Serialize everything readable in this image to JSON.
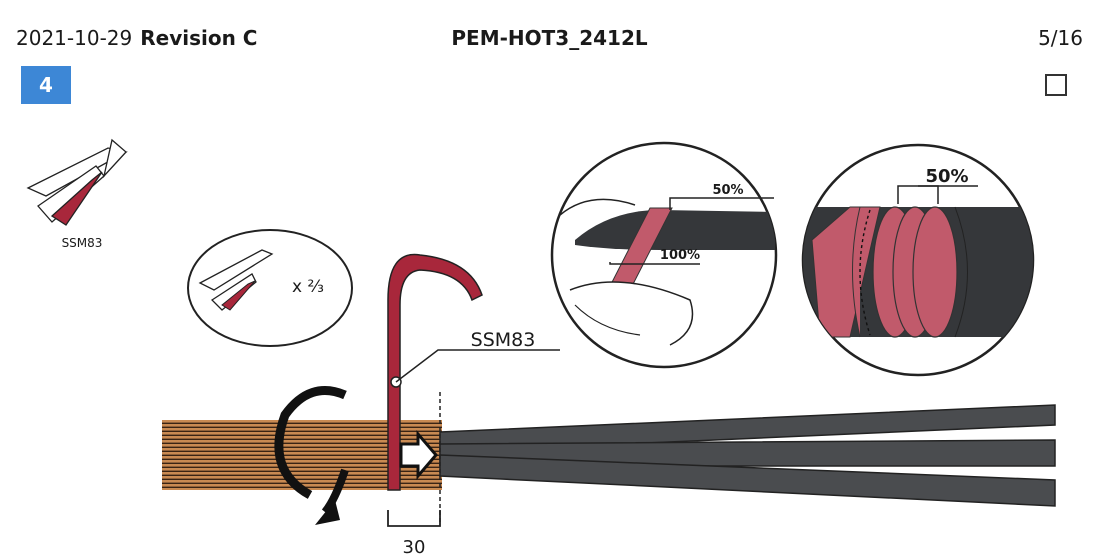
{
  "header": {
    "date": "2021-10-29",
    "revision": "Revision C",
    "document": "PEM-HOT3_2412L",
    "page": "5/16"
  },
  "step_number": "4",
  "checkbox_checked": false,
  "labels": {
    "tape_icon": "SSM83",
    "quantity": "x ⅔",
    "callout": "SSM83",
    "overlap_50_detail1": "50%",
    "overlap_100": "100%",
    "overlap_50_detail2": "50%",
    "dimension": "30"
  },
  "colors": {
    "tape": "#a8273b",
    "tape_light": "#c15a6b",
    "cable": "#3d3f42",
    "copper": "#b9743d",
    "accent": "#3d87d6"
  }
}
